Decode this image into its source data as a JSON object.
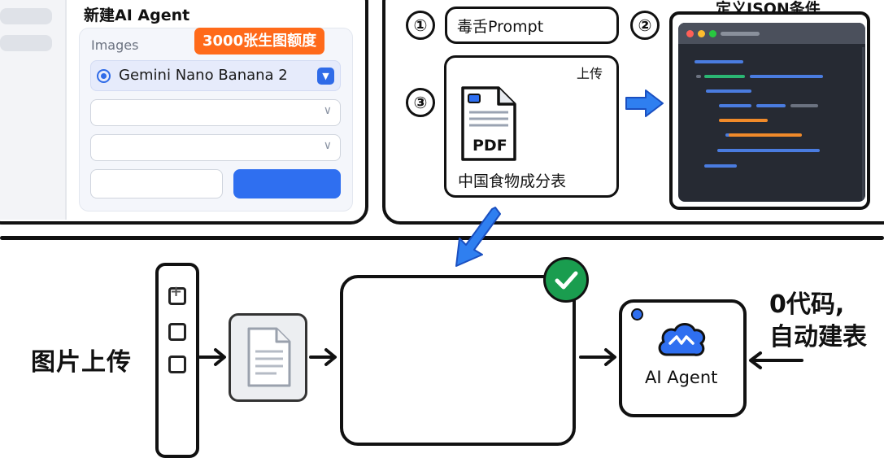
{
  "agent_form": {
    "title": "新建AI Agent",
    "images_label": "Images",
    "quota_badge": "3000张生图额度",
    "model": "Gemini Nano Banana 2"
  },
  "steps": [
    {
      "number": "①",
      "label": "毒舌Prompt"
    },
    {
      "number": "②",
      "label": "定义JSON条件"
    },
    {
      "number": "③",
      "label": "上传"
    }
  ],
  "pdf": {
    "icon_label": "PDF",
    "caption": "中国食物成分表"
  },
  "bottom": {
    "image_upload_label": "图片上传",
    "agent_label": "AI Agent",
    "no_code_line1": "0代码,",
    "no_code_line2": "自动建表"
  },
  "colors": {
    "accent_blue": "#2f6ff0",
    "badge_orange": "#ff6a1a",
    "check_green": "#1a9d4f",
    "code_bg": "#262a33"
  },
  "icons": [
    "radio-selected-icon",
    "checkbox-icon",
    "chevron-down-icon",
    "pdf-file-icon",
    "code-window",
    "arrow-right-icon",
    "arrow-down-left-icon",
    "document-icon",
    "check-circle-icon",
    "agent-cloud-icon",
    "plus-icon"
  ]
}
